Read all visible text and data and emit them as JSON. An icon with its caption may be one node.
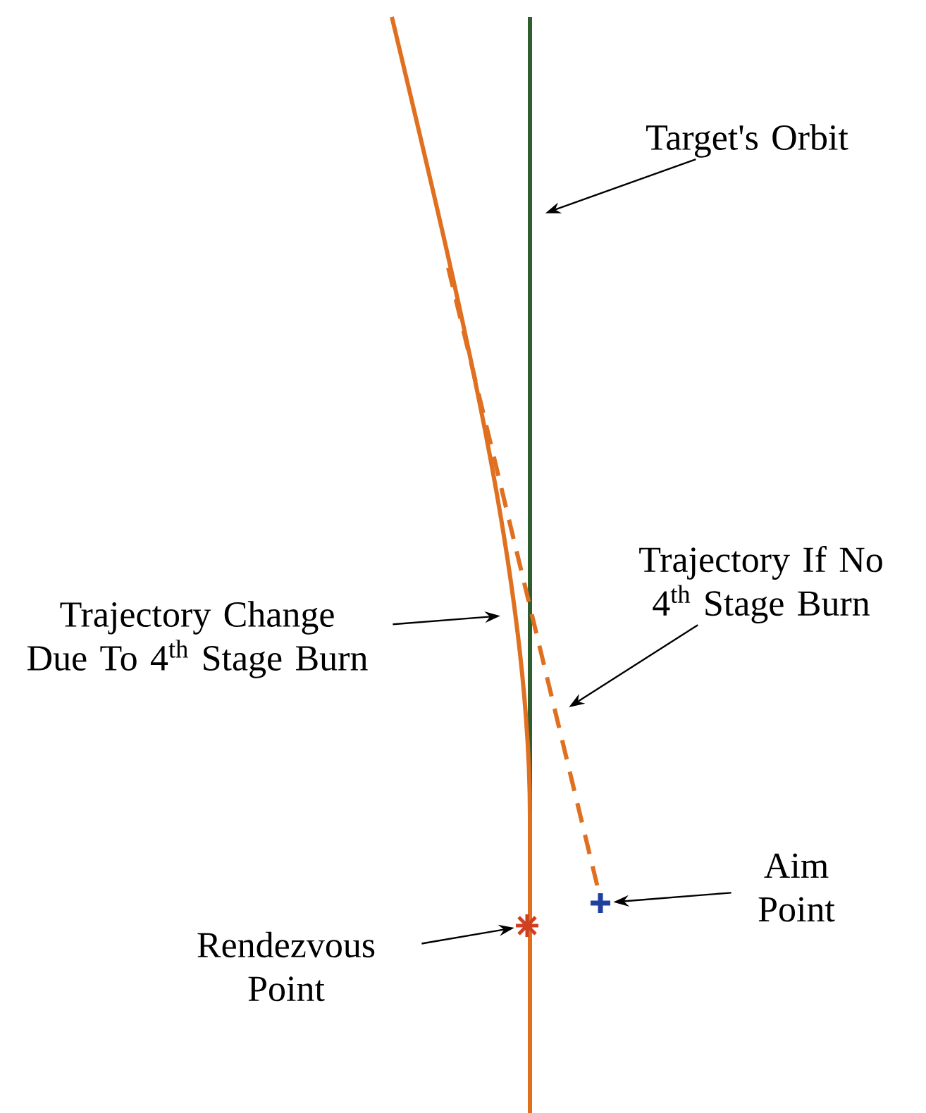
{
  "diagram": {
    "nodes": [
      {
        "text": [
          "Target's Orbit"
        ]
      },
      {
        "text": [
          "Trajectory If No 4$^{th}$ Stage Burn"
        ]
      },
      {
        "text": [
          "Trajectory Change Due To 4$^{th}$ Stage Burn"
        ]
      },
      {
        "text": [
          "Aim Point"
        ]
      },
      {
        "text": [],
        "shape": "cross"
      },
      {
        "text": [],
        "shape": "asterisk"
      },
      {
        "text": [
          "Rendezvous Point"
        ]
      }
    ],
    "edges": [
      {
        "from": 0,
        "to": null,
        "arrow": "to"
      },
      {
        "from": 1,
        "to": null,
        "arrow": "to"
      },
      {
        "from": 2,
        "to": null,
        "arrow": "to"
      },
      {
        "from": 3,
        "to": 4,
        "arrow": "to"
      },
      {
        "from": 6,
        "to": 5,
        "arrow": "to"
      }
    ]
  }
}
